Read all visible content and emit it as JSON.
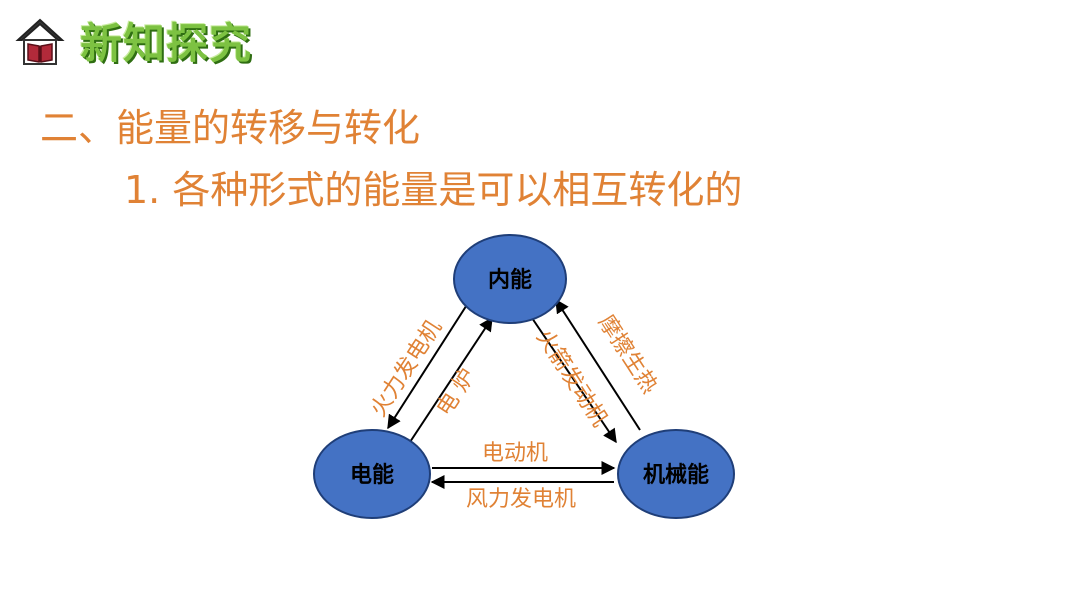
{
  "header": {
    "title": "新知探究",
    "logo_icon": "house-book-icon"
  },
  "content": {
    "heading": "二、能量的转移与转化",
    "subheading": "1. 各种形式的能量是可以相互转化的"
  },
  "diagram": {
    "nodes": {
      "internal": "内能",
      "electric": "电能",
      "mechanical": "机械能"
    },
    "edges": {
      "electric_to_internal": "电  炉",
      "internal_to_electric": "火力发电机",
      "internal_to_mechanical": "火箭发动机",
      "mechanical_to_internal": "摩擦生热",
      "electric_to_mechanical": "电动机",
      "mechanical_to_electric": "风力发电机"
    },
    "colors": {
      "node_fill": "#4472c4",
      "node_stroke": "#1f3e78",
      "edge_text": "#e08235",
      "arrow": "#000000"
    }
  }
}
